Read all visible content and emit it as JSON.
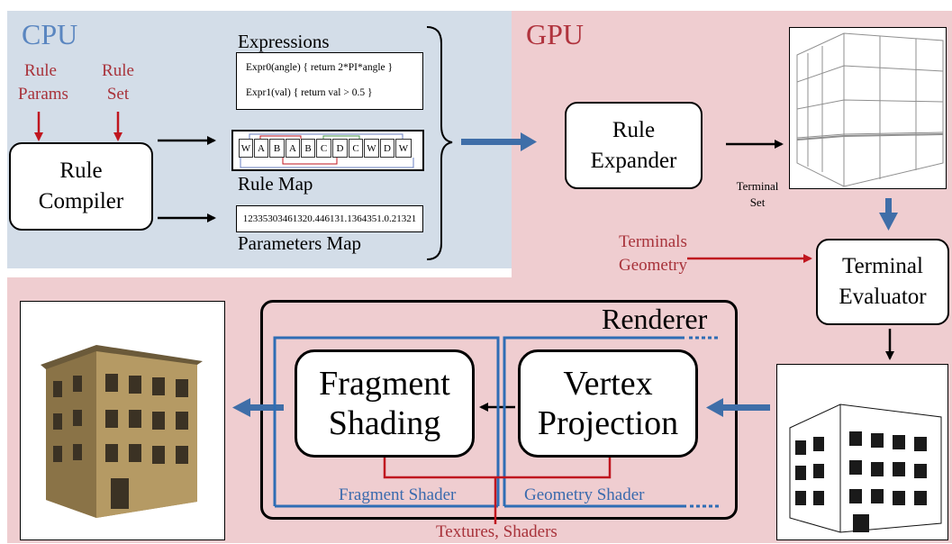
{
  "cpu": {
    "title": "CPU",
    "rule_params": [
      "Rule",
      "Params"
    ],
    "rule_set": [
      "Rule",
      "Set"
    ],
    "compiler": [
      "Rule",
      "Compiler"
    ],
    "expressions_heading": "Expressions",
    "expr0": "Expr0(angle) { return 2*PI*angle }",
    "expr1": "Expr1(val) { return val > 0.5 }",
    "rule_map_cells": [
      "W",
      "A",
      "B",
      "A",
      "B",
      "C",
      "D",
      "C",
      "W",
      "D",
      "W"
    ],
    "rule_map_label": "Rule Map",
    "params_values": "12335303461320.446131.1364351.0.21321",
    "params_label": "Parameters Map"
  },
  "gpu": {
    "title": "GPU",
    "expander": [
      "Rule",
      "Expander"
    ],
    "terminal_set": [
      "Terminal",
      "Set"
    ],
    "terminals_geometry": [
      "Terminals",
      "Geometry"
    ],
    "evaluator": [
      "Terminal",
      "Evaluator"
    ]
  },
  "renderer": {
    "title": "Renderer",
    "fragment_box": [
      "Fragment",
      "Shading"
    ],
    "vertex_box": [
      "Vertex",
      "Projection"
    ],
    "fragment_shader": "Fragment Shader",
    "geometry_shader": "Geometry Shader",
    "textures": "Textures, Shaders"
  },
  "colors": {
    "cpu_bg": "#d3dde8",
    "gpu_bg": "#efcdd0",
    "red": "#c0161f",
    "blue": "#2f6db5",
    "cpu_title": "#5a86c0",
    "gpu_title": "#b0333d"
  }
}
